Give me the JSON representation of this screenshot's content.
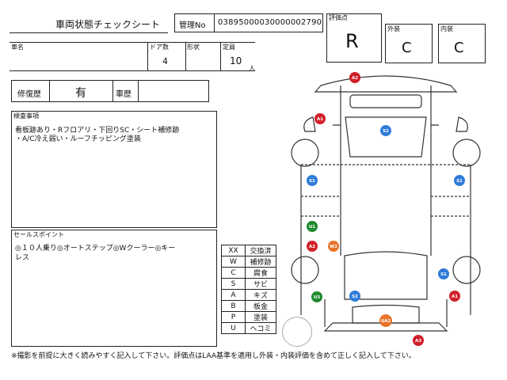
{
  "header": {
    "title": "車両状態チェックシート",
    "kanri_label": "管理No",
    "kanri_no": "03895000030000002790"
  },
  "fields": {
    "shamei_label": "車名",
    "door_label": "ドア数",
    "door_value": "4",
    "katashiki_label": "形状",
    "teiin_label": "定員",
    "teiin_value": "10",
    "teiin_unit": "人",
    "repair_label": "修復歴",
    "repair_value": "有",
    "shareki_label": "車歴"
  },
  "scores": {
    "overall_label": "評価点",
    "overall_value": "R",
    "exterior_label": "外装",
    "exterior_value": "C",
    "interior_label": "内装",
    "interior_value": "C"
  },
  "inspection": {
    "label": "検査事項",
    "lines": [
      "看板跡あり・Rフロアリ・下回りSC・シート補修跡",
      "・A/C冷え弱い・ルーフチッピング塗装"
    ]
  },
  "sales": {
    "label": "セールスポイント",
    "lines": [
      "◎１０人乗り◎オートステップ◎Wクーラー◎キー",
      "レス"
    ]
  },
  "legend": [
    {
      "code": "XX",
      "meaning": "交換済"
    },
    {
      "code": "W",
      "meaning": "補修跡"
    },
    {
      "code": "C",
      "meaning": "腐食"
    },
    {
      "code": "S",
      "meaning": "サビ"
    },
    {
      "code": "A",
      "meaning": "キズ"
    },
    {
      "code": "B",
      "meaning": "板金"
    },
    {
      "code": "P",
      "meaning": "塗装"
    },
    {
      "code": "U",
      "meaning": "ヘコミ"
    }
  ],
  "footer": "※撮影を前提に大きく読みやすく記入して下さい。評価点はLAA基準を適用し外装・内装評価を含めて正しく記入して下さい。",
  "damage_marks": [
    {
      "label": "A2",
      "color": "#d0202a"
    },
    {
      "label": "A1",
      "color": "#d0202a"
    },
    {
      "label": "S2",
      "color": "#2f7bd8"
    },
    {
      "label": "S1",
      "color": "#2f7bd8"
    },
    {
      "label": "S1",
      "color": "#2f7bd8"
    },
    {
      "label": "U1",
      "color": "#1e8a2e"
    },
    {
      "label": "A2",
      "color": "#d0202a"
    },
    {
      "label": "W2",
      "color": "#e8732a"
    },
    {
      "label": "S1",
      "color": "#2f7bd8"
    },
    {
      "label": "U3",
      "color": "#1e8a2e"
    },
    {
      "label": "S2",
      "color": "#2f7bd8"
    },
    {
      "label": "A1",
      "color": "#d0202a"
    },
    {
      "label": "UA2",
      "color": "#e8732a"
    },
    {
      "label": "A3",
      "color": "#d0202a"
    }
  ]
}
